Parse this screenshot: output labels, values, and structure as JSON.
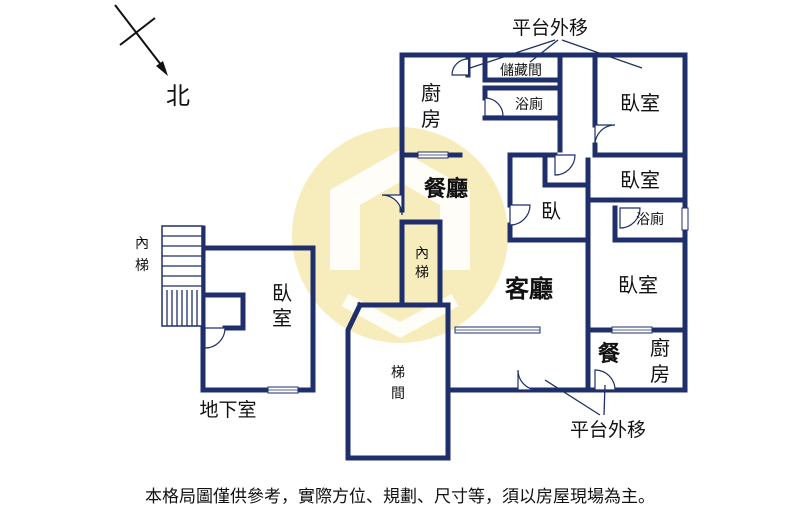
{
  "compass": {
    "label": "北",
    "icon": "north-arrow-icon"
  },
  "rooms": {
    "kitchen_top_1": "廚",
    "kitchen_top_2": "房",
    "storage": "儲藏間",
    "bath_top": "浴廁",
    "bedroom_top_right": "臥室",
    "dining_main": "餐廳",
    "bedroom_mid_right": "臥室",
    "bedroom_small": "臥",
    "bath_right": "浴廁",
    "living_room": "客廳",
    "bedroom_lower_right": "臥室",
    "inner_stair_center_1": "內",
    "inner_stair_center_2": "梯",
    "stair_hall_1": "梯",
    "stair_hall_2": "間",
    "dining_small": "餐",
    "kitchen_bottom_1": "廚",
    "kitchen_bottom_2": "房",
    "basement_bedroom_1": "臥",
    "basement_bedroom_2": "室",
    "inner_stair_left_1": "內",
    "inner_stair_left_2": "梯"
  },
  "annotations": {
    "platform_top": "平台外移",
    "platform_bottom": "平台外移",
    "basement": "地下室"
  },
  "watermark": {
    "icon": "watermark-logo-icon",
    "color": "#f1df86"
  },
  "disclaimer": "本格局圖僅供參考，實際方位、規劃、尺寸等，須以房屋現場為主。",
  "colors": {
    "wall": "#1f2f6b",
    "text": "#111111"
  }
}
